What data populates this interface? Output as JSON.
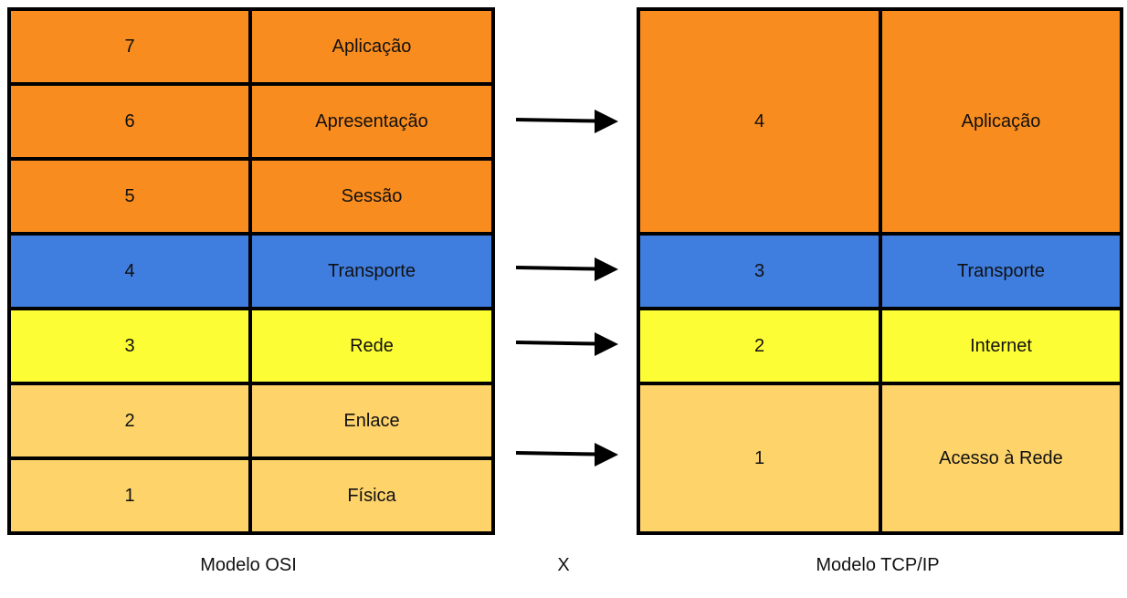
{
  "colors": {
    "orange": "#F98C1E",
    "blue": "#3F7DDF",
    "yellow": "#FDFD35",
    "light_orange": "#FDD36A",
    "border": "#000000"
  },
  "osi": {
    "caption": "Modelo OSI",
    "layers": [
      {
        "number": "7",
        "name": "Aplicação",
        "color": "orange"
      },
      {
        "number": "6",
        "name": "Apresentação",
        "color": "orange"
      },
      {
        "number": "5",
        "name": "Sessão",
        "color": "orange"
      },
      {
        "number": "4",
        "name": "Transporte",
        "color": "blue"
      },
      {
        "number": "3",
        "name": "Rede",
        "color": "yellow"
      },
      {
        "number": "2",
        "name": "Enlace",
        "color": "light_orange"
      },
      {
        "number": "1",
        "name": "Física",
        "color": "light_orange"
      }
    ]
  },
  "versus": "X",
  "tcpip": {
    "caption": "Modelo TCP/IP",
    "layers": [
      {
        "number": "4",
        "name": "Aplicação",
        "color": "orange"
      },
      {
        "number": "3",
        "name": "Transporte",
        "color": "blue"
      },
      {
        "number": "2",
        "name": "Internet",
        "color": "yellow"
      },
      {
        "number": "1",
        "name": "Acesso à Rede",
        "color": "light_orange"
      }
    ]
  },
  "arrow_icon": "right-arrow-icon"
}
